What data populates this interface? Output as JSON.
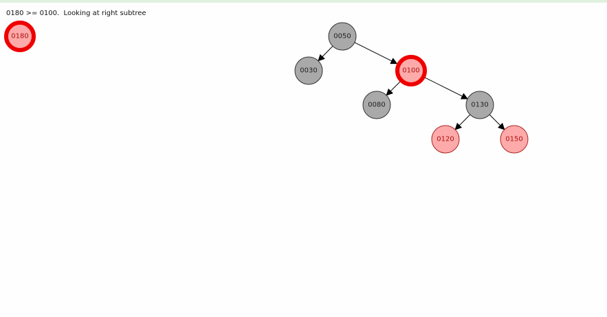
{
  "status_text": "0180 >= 0100.  Looking at right subtree",
  "colors": {
    "black_fill": "#a9a9a9",
    "black_text": "#222222",
    "black_stroke": "#333333",
    "red_fill": "#ffaaaa",
    "red_text": "#aa1111",
    "red_stroke": "#aa2222",
    "highlight": "#ee0000",
    "edge": "#000000"
  },
  "inserting_node": {
    "label": "0180",
    "color": "red",
    "highlight": true
  },
  "tree": {
    "nodes": [
      {
        "id": "n50",
        "label": "0050",
        "color": "black",
        "highlight": false
      },
      {
        "id": "n30",
        "label": "0030",
        "color": "black",
        "highlight": false
      },
      {
        "id": "n100",
        "label": "0100",
        "color": "red",
        "highlight": true
      },
      {
        "id": "n80",
        "label": "0080",
        "color": "black",
        "highlight": false
      },
      {
        "id": "n130",
        "label": "0130",
        "color": "black",
        "highlight": false
      },
      {
        "id": "n120",
        "label": "0120",
        "color": "red",
        "highlight": false
      },
      {
        "id": "n150",
        "label": "0150",
        "color": "red",
        "highlight": false
      }
    ],
    "edges": [
      {
        "from": "n50",
        "to": "n30"
      },
      {
        "from": "n50",
        "to": "n100"
      },
      {
        "from": "n100",
        "to": "n80"
      },
      {
        "from": "n100",
        "to": "n130"
      },
      {
        "from": "n130",
        "to": "n120"
      },
      {
        "from": "n130",
        "to": "n150"
      }
    ]
  }
}
